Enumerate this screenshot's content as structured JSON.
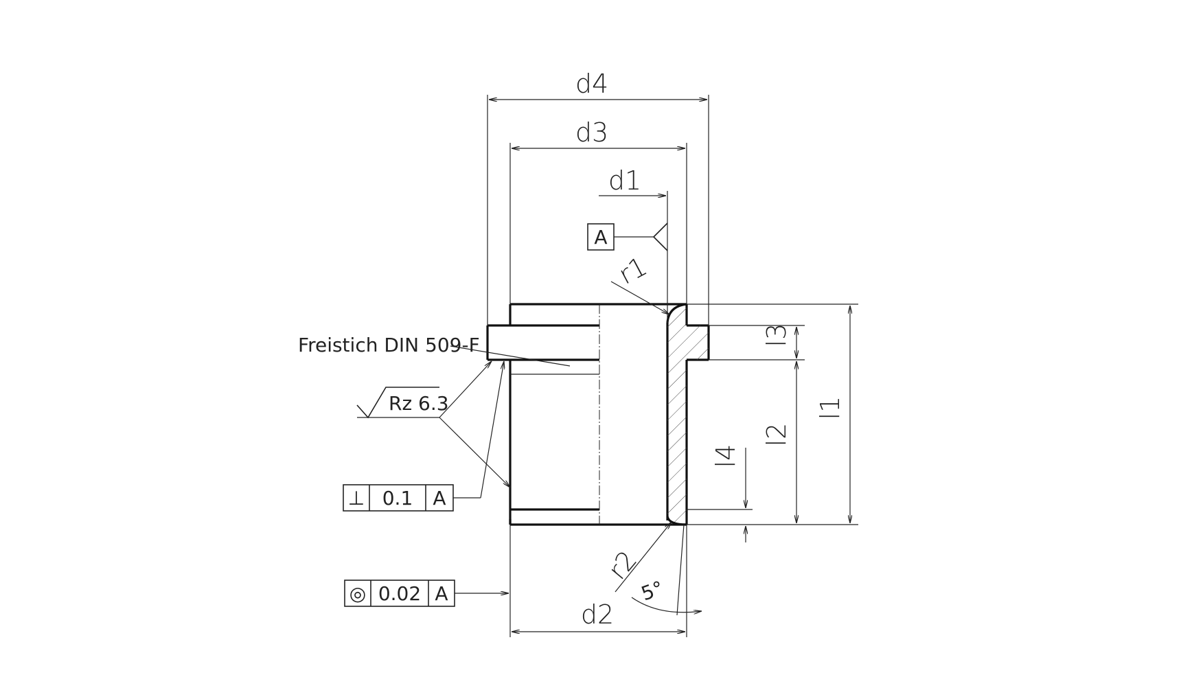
{
  "dimensions": {
    "d4": "d4",
    "d3": "d3",
    "d1": "d1",
    "d2": "d2",
    "r1": "r1",
    "r2": "r2",
    "l1": "l1",
    "l2": "l2",
    "l3": "l3",
    "l4": "l4",
    "angle": "5°"
  },
  "datum": {
    "label": "A"
  },
  "undercut_note": "Freistich DIN 509-F",
  "surface_finish": "Rz 6.3",
  "perpendicularity": {
    "symbol": "⊥",
    "value": "0.1",
    "datum": "A"
  },
  "concentricity": {
    "symbol": "◎",
    "value": "0.02",
    "datum": "A"
  }
}
